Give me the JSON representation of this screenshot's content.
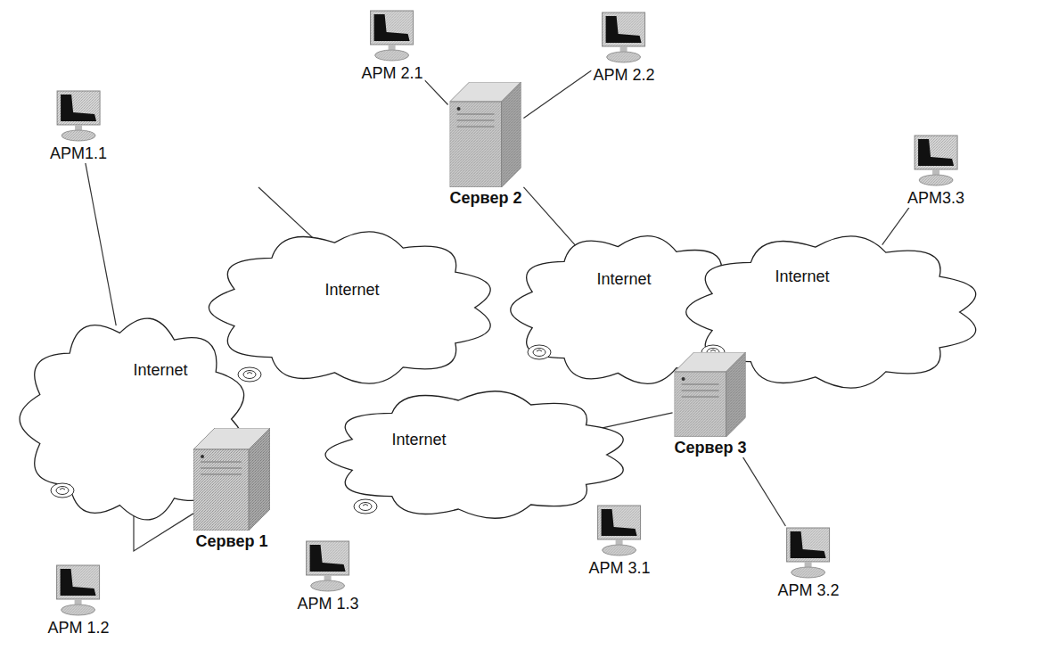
{
  "diagram": {
    "nodes": [
      {
        "text": [
          "АРМ 2.1"
        ]
      },
      {
        "text": [
          "АРМ 2.2"
        ]
      },
      {
        "text": [
          "Сервер 2"
        ]
      },
      {
        "text": [
          "АРМ1.1"
        ]
      },
      {
        "text": [
          "АРМ3.3"
        ]
      },
      {
        "text": [
          "Internet"
        ]
      },
      {
        "text": [
          "Internet"
        ]
      },
      {
        "text": [
          "Internet"
        ]
      },
      {
        "text": [
          "Internet"
        ]
      },
      {
        "text": [
          "Internet"
        ]
      },
      {
        "text": [
          "Сервер 3"
        ]
      },
      {
        "text": [
          "Сервер 1"
        ]
      },
      {
        "text": [
          "АРМ 3.1"
        ]
      },
      {
        "text": [
          "АРМ 3.2"
        ]
      },
      {
        "text": [
          "АРМ 1.2"
        ]
      },
      {
        "text": [
          "АРМ 1.3"
        ]
      }
    ],
    "edges": [
      {
        "from": 3,
        "to": 8,
        "arrow": "none"
      },
      {
        "from": 8,
        "to": 11,
        "arrow": "none"
      },
      {
        "from": 2,
        "to": 0,
        "arrow": "none"
      },
      {
        "from": 2,
        "to": 1,
        "arrow": "none"
      },
      {
        "from": 2,
        "to": 6,
        "arrow": "none"
      },
      {
        "from": 4,
        "to": 7,
        "arrow": "none"
      },
      {
        "from": 10,
        "to": 13,
        "arrow": "none"
      },
      {
        "from": 9,
        "to": 10,
        "arrow": "none"
      }
    ]
  }
}
